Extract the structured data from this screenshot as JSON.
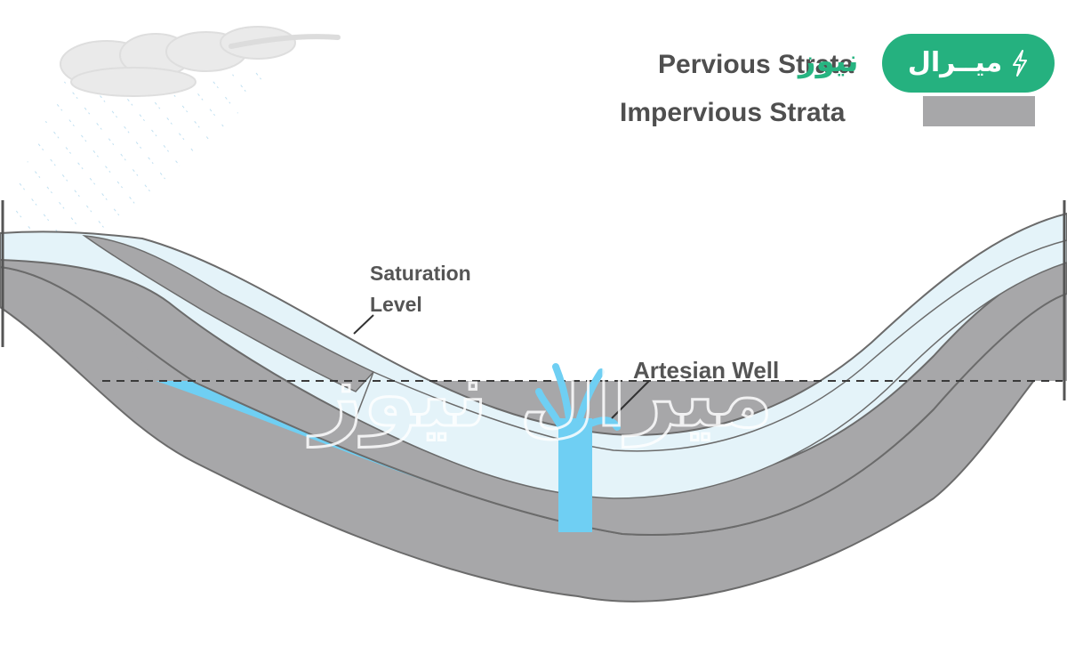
{
  "legend": {
    "pervious_label": "Pervious Strata",
    "impervious_label": "Impervious Strata",
    "pervious_color": "#e4f3f9",
    "impervious_color": "#a7a7a9"
  },
  "labels": {
    "saturation_line1": "Saturation",
    "saturation_line2": "Level",
    "artesian_well": "Artesian Well"
  },
  "watermark": {
    "center_text": "ميرال نيوز",
    "brand_news": "نيوز",
    "brand_name": "ميــرال"
  },
  "icons": {
    "cloud": "cloud-icon",
    "rain": "rain-icon",
    "bolt": "bolt-icon"
  },
  "colors": {
    "water": "#6fcff3",
    "impervious": "#a7a7a9",
    "pervious": "#e4f3f9",
    "outline": "#6b6b6b",
    "brand_green": "#25b17f"
  }
}
